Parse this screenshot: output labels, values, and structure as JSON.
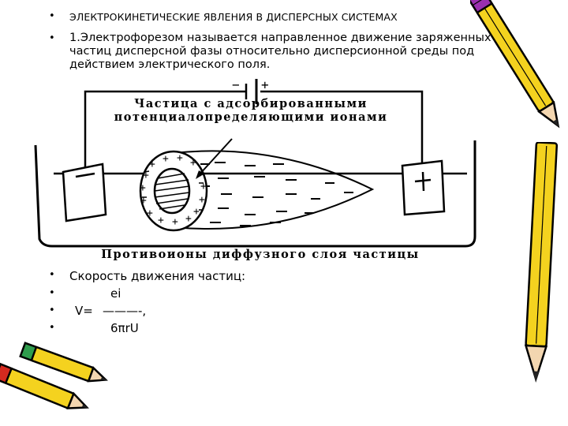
{
  "slide": {
    "title": "ЭЛЕКТРОКИНЕТИЧЕСКИЕ ЯВЛЕНИЯ В ДИСПЕРСНЫХ СИСТЕМАХ",
    "definition": {
      "number": "1.",
      "term": "Электрофорезом",
      "text": "называется направленное движение заряженных частиц дисперсной фазы относительно дисперсионной среды под действием электрического поля."
    },
    "diagram": {
      "caption_particle": "Частица с адсорбированными потенциалопределяющими ионами",
      "caption_counterions": "Противоионы диффузного слоя частицы"
    },
    "formula": {
      "label": "Скорость движения частиц:",
      "numerator": "ei",
      "lhs": "V=",
      "fraction_bar": "———-,",
      "denominator": "6πrU"
    },
    "bullet_char": "•",
    "decor": {
      "pencil_color": "#f4d21f",
      "outline_color": "#000000",
      "accent_purple": "#9a2fb0",
      "accent_green": "#2f9d4d",
      "accent_red": "#d52a1f"
    }
  }
}
